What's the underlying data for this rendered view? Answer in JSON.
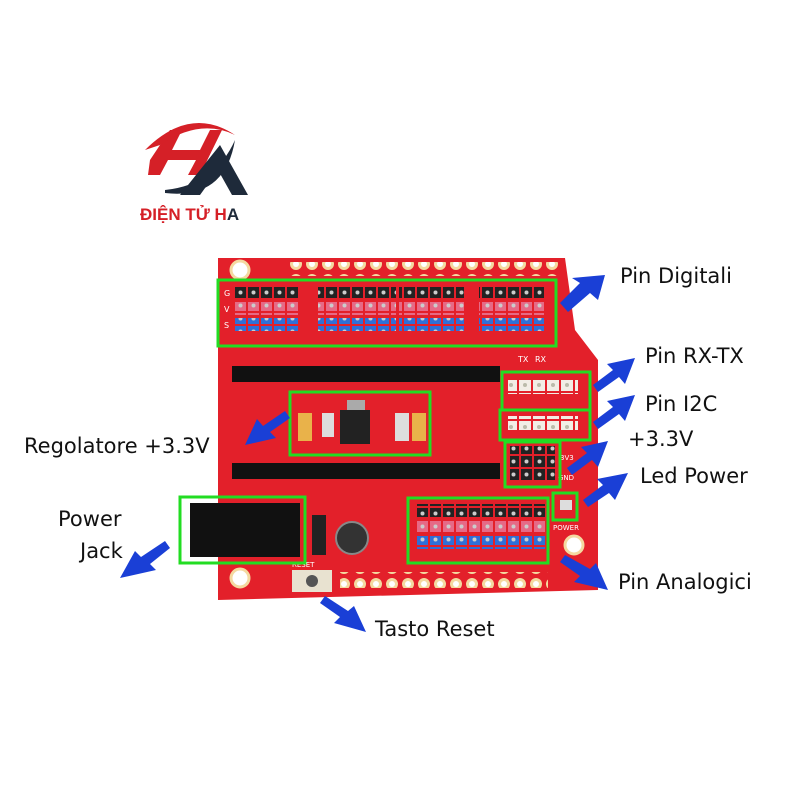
{
  "brand": {
    "name_red": "ĐIỆN TỬ H",
    "name_dark": "A",
    "logo": "HA"
  },
  "labels": {
    "pin_digitali": "Pin Digitali",
    "pin_rx_tx": "Pin RX-TX",
    "pin_i2c": "Pin I2C",
    "v33": "+3.3V",
    "led_power": "Led Power",
    "regolatore": "Regolatore +3.3V",
    "power_jack_1": "Power",
    "power_jack_2": "Jack",
    "pin_analogici": "Pin Analogici",
    "tasto_reset": "Tasto Reset"
  },
  "silk": {
    "tx": "TX",
    "rx": "RX",
    "v3": "3V3",
    "gnd": "GND",
    "power": "POWER",
    "reset": "RESET",
    "g": "G",
    "v": "V",
    "s": "S"
  },
  "colors": {
    "board": "#e3202a",
    "highlight": "#22dd22",
    "arrow": "#1a3fd6"
  }
}
